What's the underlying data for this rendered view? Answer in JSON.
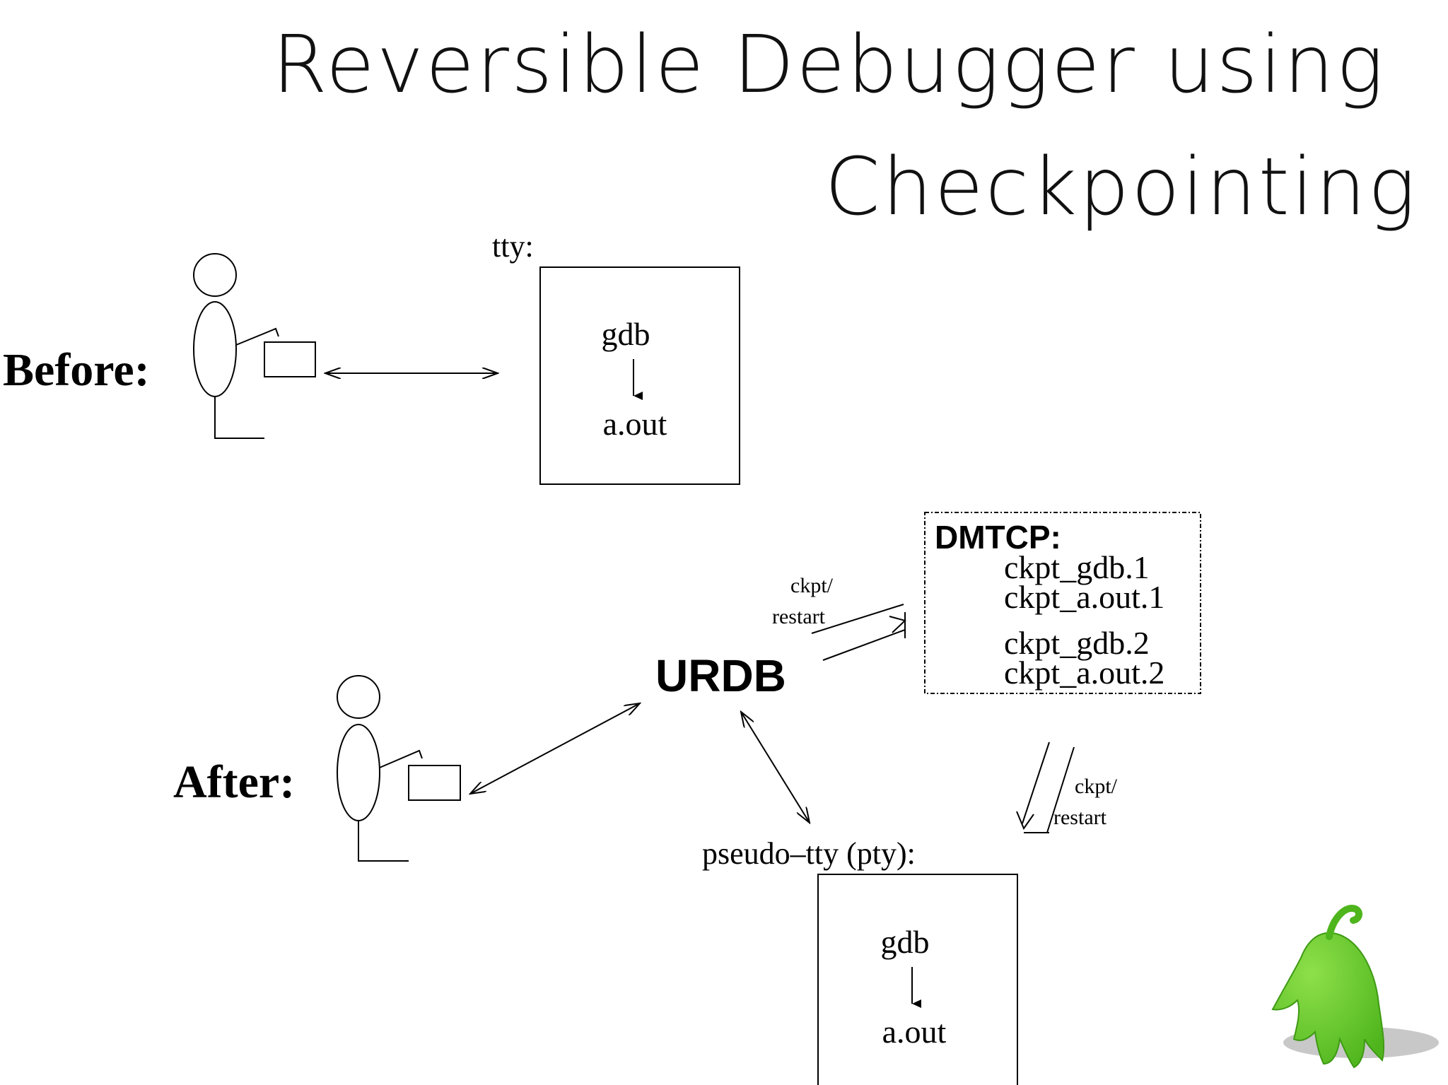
{
  "title": {
    "line1": "Reversible Debugger using",
    "line2": "Checkpointing"
  },
  "before": {
    "label": "Before:",
    "tty_label": "tty:",
    "process_top": "gdb",
    "process_bottom": "a.out"
  },
  "after": {
    "label": "After:",
    "urdb": "URDB",
    "dmtcp": {
      "title": "DMTCP:",
      "files": [
        "ckpt_gdb.1",
        "ckpt_a.out.1",
        "ckpt_gdb.2",
        "ckpt_a.out.2"
      ]
    },
    "ckpt_restart_upper": {
      "line1": "ckpt/",
      "line2": "restart"
    },
    "ckpt_restart_lower": {
      "line1": "ckpt/",
      "line2": "restart"
    },
    "pty_label": "pseudo–tty (pty):",
    "process_top": "gdb",
    "process_bottom": "a.out"
  },
  "mascot": {
    "icon": "green-ghost-mascot-icon",
    "color": "#6ccf2c",
    "shadow": "#9a9a9a"
  }
}
